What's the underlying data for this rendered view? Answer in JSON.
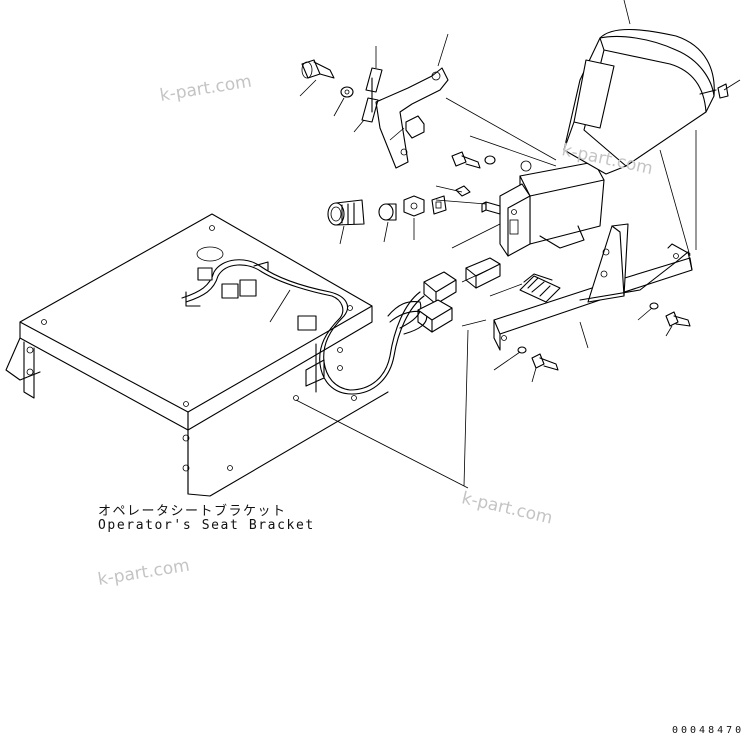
{
  "drawing": {
    "caption_jp": "オペレータシートブラケット",
    "caption_en": "Operator's Seat Bracket",
    "drawing_number": "00048470"
  },
  "watermarks": [
    "k-part.com",
    "k-part.com",
    "k-part.com",
    "k-part.com"
  ]
}
